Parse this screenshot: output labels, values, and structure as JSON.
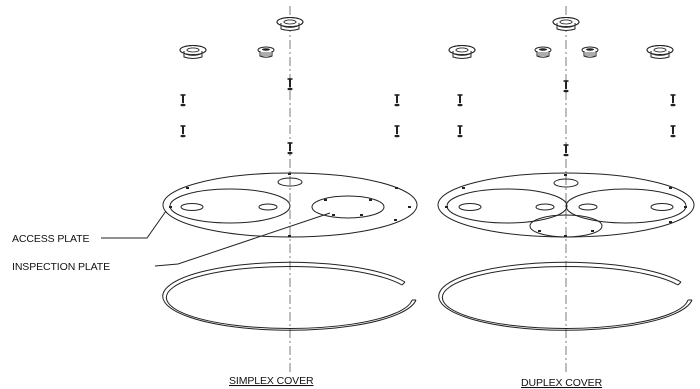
{
  "callouts": {
    "access_plate": "ACCESS PLATE",
    "inspection_plate": "INSPECTION PLATE"
  },
  "captions": {
    "simplex": "SIMPLEX COVER",
    "duplex": "DUPLEX COVER"
  },
  "colors": {
    "line": "#222222",
    "background": "#ffffff"
  }
}
